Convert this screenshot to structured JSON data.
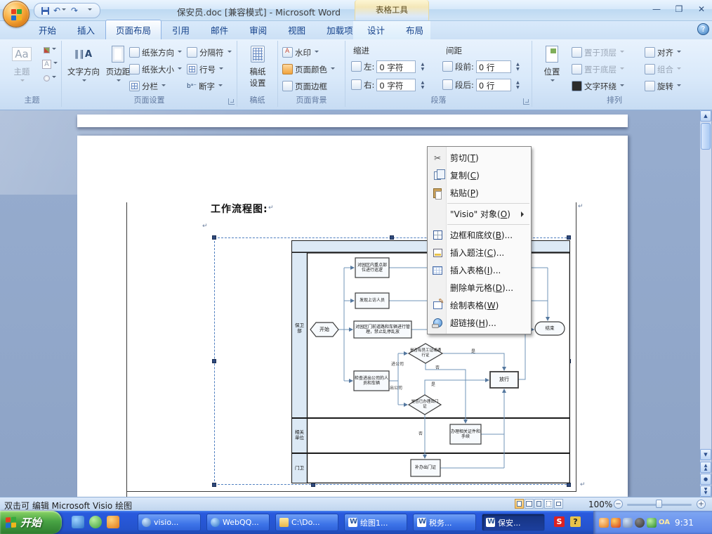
{
  "window": {
    "title": "保安员.doc [兼容模式] - Microsoft Word",
    "tools_header": "表格工具"
  },
  "colors": {
    "taskbar_blue": "#2a5ade",
    "start_button_green": "#3f9c3d",
    "selection_dash": "#4f7fc0",
    "flow_connector": "#7094b8",
    "active_task": "#1c3f9e"
  },
  "ribbon": {
    "tabs": [
      "开始",
      "插入",
      "页面布局",
      "引用",
      "邮件",
      "审阅",
      "视图",
      "加载项"
    ],
    "active_tab": "页面布局",
    "contextual_tabs": [
      "设计",
      "布局"
    ],
    "groups": {
      "themes": {
        "label": "主题",
        "theme_button": "主题"
      },
      "page_setup": {
        "label": "页面设置",
        "text_direction": "文字方向",
        "margins": "页边距",
        "orientation": "纸张方向",
        "size": "纸张大小",
        "columns": "分栏",
        "breaks": "分隔符",
        "line_numbers": "行号",
        "hyphenation": "断字"
      },
      "manuscript": {
        "label": "稿纸",
        "setup_line1": "稿纸",
        "setup_line2": "设置"
      },
      "page_background": {
        "label": "页面背景",
        "watermark": "水印",
        "page_color": "页面颜色",
        "page_borders": "页面边框"
      },
      "paragraph": {
        "label": "段落",
        "indent": "缩进",
        "spacing": "间距",
        "left": "左:",
        "right": "右:",
        "before": "段前:",
        "after": "段后:",
        "left_value": "0 字符",
        "right_value": "0 字符",
        "before_value": "0 行",
        "after_value": "0 行"
      },
      "arrange": {
        "label": "排列",
        "position": "位置",
        "bring_front": "置于顶层",
        "send_back": "置于底层",
        "text_wrap": "文字环绕",
        "align": "对齐",
        "group": "组合",
        "rotate": "旋转"
      }
    }
  },
  "context_menu": {
    "items": [
      {
        "pre": "剪切(",
        "key": "T",
        "post": ")"
      },
      {
        "pre": "复制(",
        "key": "C",
        "post": ")"
      },
      {
        "pre": "粘贴(",
        "key": "P",
        "post": ")"
      },
      {
        "pre": "\"Visio\" 对象(",
        "key": "O",
        "post": ")"
      },
      {
        "pre": "边框和底纹(",
        "key": "B",
        "post": ")..."
      },
      {
        "pre": "插入题注(",
        "key": "C",
        "post": ")..."
      },
      {
        "pre": "插入表格(",
        "key": "I",
        "post": ")..."
      },
      {
        "pre": "删除单元格(",
        "key": "D",
        "post": ")..."
      },
      {
        "pre": "绘制表格(",
        "key": "W",
        "post": ")"
      },
      {
        "pre": "超链接(",
        "key": "H",
        "post": ")..."
      }
    ]
  },
  "document": {
    "heading": "工作流程图:",
    "para_mark": "↵"
  },
  "flowchart": {
    "lanes": [
      "保卫部",
      "相关单位",
      "门卫"
    ],
    "nodes": {
      "start": "开始",
      "patrol": "对园区内重点部位进行巡逻",
      "petition": "发现上访人员",
      "gate_manage": "对园区门前道路和车辆进行管理，禁止乱停乱放",
      "check": "检查进出公司的人员和车辆",
      "decision_pass": "是否有员工证或通行证",
      "decision_exit": "是否已办理出门证",
      "release": "放行",
      "end": "结束",
      "unit_handle": "办理相关证件和手续",
      "reissue": "补办出门证"
    },
    "edge_labels": {
      "enter": "进公司",
      "exit": "出公司",
      "yes1": "是",
      "no1": "否",
      "yes2": "是",
      "no2": "否"
    }
  },
  "status_bar": {
    "hint": "双击可 编辑 Microsoft Visio 绘图",
    "zoom_level": "100%"
  },
  "taskbar": {
    "start": "开始",
    "tasks": [
      {
        "label": "visio..."
      },
      {
        "label": "WebQQ..."
      },
      {
        "label": "C:\\Do..."
      },
      {
        "label": "绘图1..."
      },
      {
        "label": "税务..."
      },
      {
        "label": "保安..."
      }
    ],
    "ime_badge": "S",
    "help_badge": "?",
    "tray_oa": "OA",
    "clock": "9:31"
  }
}
